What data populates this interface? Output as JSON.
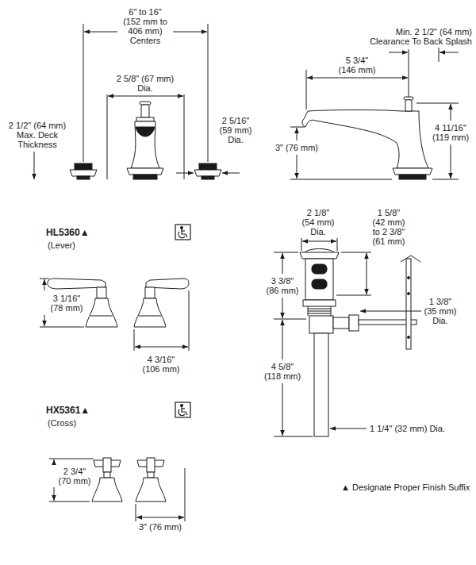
{
  "diagram": {
    "labels": [
      "6\" to 16\" (152 mm to 406 mm) Centers",
      "2 5/8\" (67 mm) Dia.",
      "2 1/2\" (64 mm) Max. Deck Thickness",
      "2 5/16\" (59 mm) Dia.",
      "Min. 2 1/2\" (64 mm) Clearance To Back Splash",
      "5 3/4\" (146 mm)",
      "4 11/16\" (119 mm)",
      "3\" (76 mm)",
      "HL5360▲",
      "(Lever)",
      "3 1/16\" (78 mm)",
      "4 3/16\" (106 mm)",
      "HX5361▲",
      "(Cross)",
      "2 3/4\" (70 mm)",
      "3\" (76 mm)",
      "2 1/8\" (54 mm) Dia.",
      "1 5/8\" (42 mm) to 2 3/8\" (61 mm)",
      "3 3/8\" (86 mm)",
      "1 3/8\" (35 mm) Dia.",
      "4 5/8\" (118 mm)",
      "1 1/4\" (32 mm) Dia.",
      "▲ Designate Proper Finish Suffix"
    ]
  }
}
